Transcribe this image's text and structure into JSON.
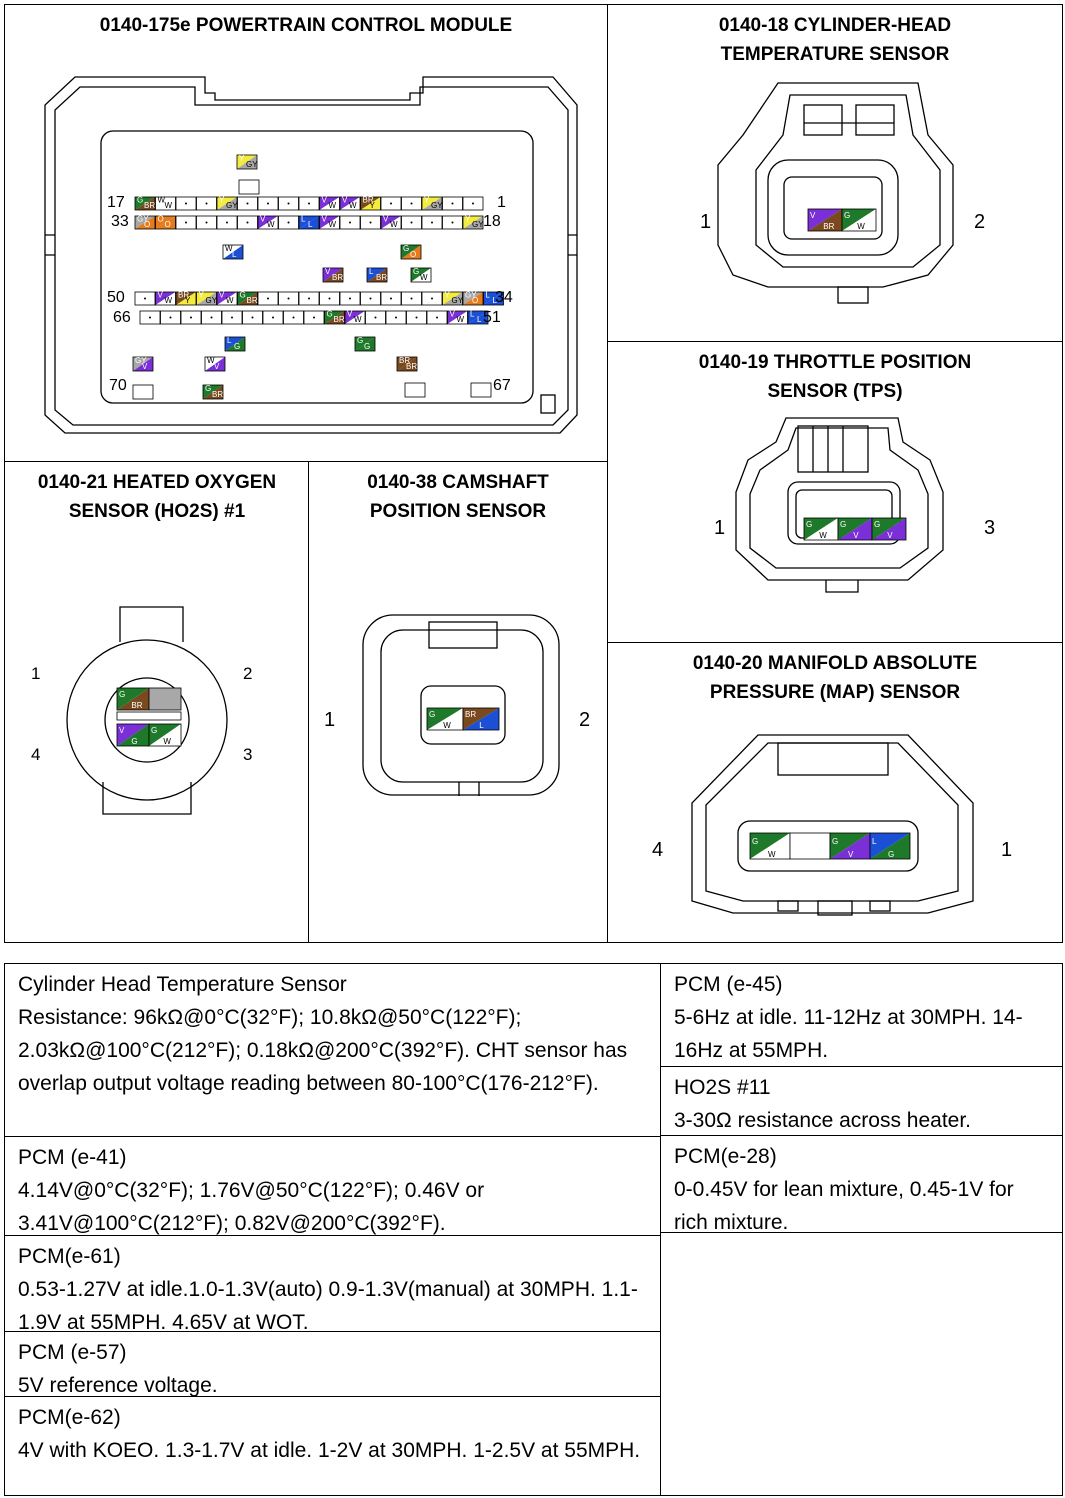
{
  "connectors": {
    "pcm": {
      "title": "0140-175e POWERTRAIN CONTROL MODULE",
      "pins": [
        "17",
        "1",
        "33",
        "18",
        "50",
        "34",
        "66",
        "51",
        "70",
        "67"
      ]
    },
    "cht": {
      "title_l1": "0140-18 CYLINDER-HEAD",
      "title_l2": "TEMPERATURE SENSOR",
      "pin_left": "1",
      "pin_right": "2",
      "wires": [
        [
          "V",
          "BR"
        ],
        [
          "G",
          "W"
        ]
      ]
    },
    "tps": {
      "title_l1": "0140-19 THROTTLE POSITION",
      "title_l2": "SENSOR (TPS)",
      "pin_left": "1",
      "pin_right": "3",
      "wires": [
        [
          "G",
          "W"
        ],
        [
          "G",
          "V"
        ],
        [
          "G",
          "V"
        ]
      ]
    },
    "ho2s": {
      "title_l1": "0140-21 HEATED OXYGEN",
      "title_l2": "SENSOR (HO2S) #1",
      "pins": [
        "1",
        "2",
        "4",
        "3"
      ]
    },
    "cmp": {
      "title_l1": "0140-38 CAMSHAFT",
      "title_l2": "POSITION SENSOR",
      "pin_left": "1",
      "pin_right": "2"
    },
    "map": {
      "title_l1": "0140-20 MANIFOLD ABSOLUTE",
      "title_l2": "PRESSURE (MAP) SENSOR",
      "pin_left": "4",
      "pin_right": "1"
    }
  },
  "wire_colors": {
    "V": "#7b2fd6",
    "BR": "#7a4a1e",
    "G": "#1e7a2a",
    "W": "#ffffff",
    "Y": "#f4ec3c",
    "GY": "#a8a8a8",
    "O": "#e77a1a",
    "L": "#1a4fd6"
  },
  "info_left": [
    {
      "label": "Cylinder Head Temperature Sensor",
      "text": "Resistance: 96kΩ@0°C(32°F); 10.8kΩ@50°C(122°F); 2.03kΩ@100°C(212°F); 0.18kΩ@200°C(392°F). CHT sensor has overlap output voltage reading between 80-100°C(176-212°F)."
    },
    {
      "label": "PCM (e-41)",
      "text": "4.14V@0°C(32°F); 1.76V@50°C(122°F); 0.46V or 3.41V@100°C(212°F); 0.82V@200°C(392°F)."
    },
    {
      "label": "PCM(e-61)",
      "text": "0.53-1.27V at idle.1.0-1.3V(auto) 0.9-1.3V(manual) at 30MPH. 1.1-1.9V at 55MPH. 4.65V at WOT."
    },
    {
      "label": "PCM (e-57)",
      "text": "5V reference voltage."
    },
    {
      "label": "PCM(e-62)",
      "text": "4V with KOEO. 1.3-1.7V at idle.  1-2V at 30MPH. 1-2.5V at 55MPH."
    }
  ],
  "info_right": [
    {
      "label": "PCM (e-45)",
      "text": "5-6Hz at idle.  11-12Hz at 30MPH. 14-16Hz at 55MPH."
    },
    {
      "label": "HO2S #11",
      "text": "3-30Ω resistance across heater."
    },
    {
      "label": "PCM(e-28)",
      "text": "0-0.45V for lean mixture, 0.45-1V for rich mixture."
    }
  ]
}
